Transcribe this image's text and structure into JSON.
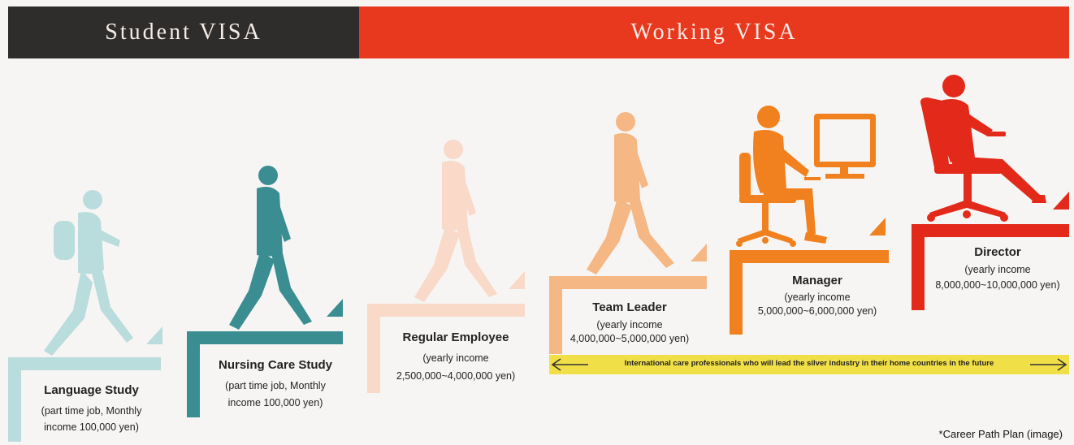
{
  "header": {
    "student_label": "Student VISA",
    "working_label": "Working VISA"
  },
  "colors": {
    "student_band": "#2f2d2c",
    "working_band": "#e8391f",
    "step_language": "#b9dcdd",
    "step_nursing": "#3a8e92",
    "step_regular": "#f9d9c8",
    "step_team": "#f5b784",
    "step_manager": "#f0811e",
    "step_director": "#e32a1a",
    "arrow_band": "#f1df47"
  },
  "stages": [
    {
      "title": "Language Study",
      "detail_1": "(part time job, Monthly",
      "detail_2": "income 100,000 yen)"
    },
    {
      "title": "Nursing Care Study",
      "detail_1": "(part time job, Monthly",
      "detail_2": "income 100,000 yen)"
    },
    {
      "title": "Regular Employee",
      "detail_1": "(yearly income",
      "detail_2": "2,500,000~4,000,000 yen)"
    },
    {
      "title": "Team Leader",
      "detail_1": "(yearly income",
      "detail_2": "4,000,000~5,000,000 yen)"
    },
    {
      "title": "Manager",
      "detail_1": "(yearly income",
      "detail_2": "5,000,000~6,000,000 yen)"
    },
    {
      "title": "Director",
      "detail_1": "(yearly income",
      "detail_2": "8,000,000~10,000,000 yen)"
    }
  ],
  "arrow_text": "International care professionals  who will lead the silver industry in their home countries in the future",
  "caption": "*Career Path Plan (image)",
  "icons": [
    "student-walking-icon",
    "walking-person-icon",
    "walking-person-icon",
    "walking-person-icon",
    "person-at-computer-icon",
    "person-in-chair-icon"
  ]
}
